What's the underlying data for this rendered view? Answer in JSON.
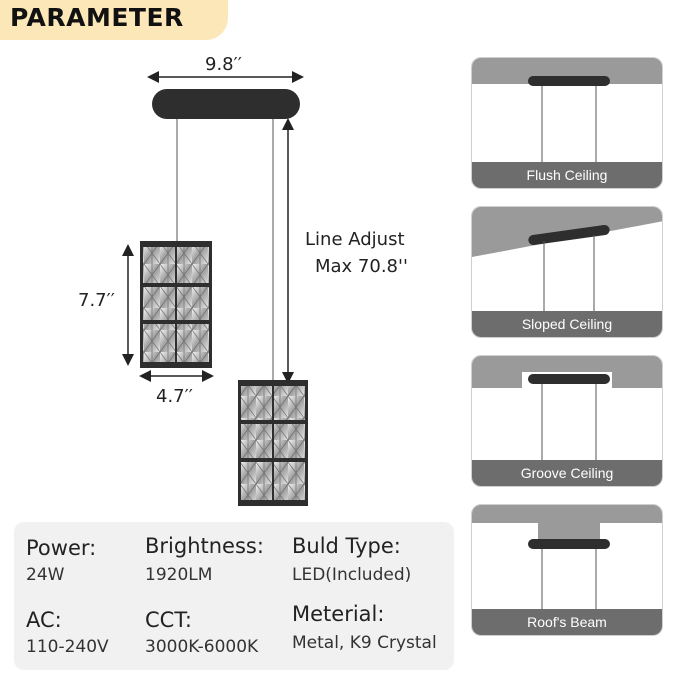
{
  "banner": {
    "title": "PARAMETER"
  },
  "dimensions": {
    "width_canopy": "9.8′′",
    "height_shade": "7.7′′",
    "width_shade": "4.7′′",
    "line_adjust": "Line Adjust",
    "line_max": "Max 70.8''"
  },
  "specs": {
    "power_label": "Power:",
    "power_value": "24W",
    "brightness_label": "Brightness:",
    "brightness_value": "1920LM",
    "bulb_label": "Buld Type:",
    "bulb_value": "LED(Included)",
    "ac_label": "AC:",
    "ac_value": "110-240V",
    "cct_label": "CCT:",
    "cct_value": "3000K-6000K",
    "material_label": "Meterial:",
    "material_value": "Metal, K9 Crystal"
  },
  "ceilings": [
    {
      "label": "Flush Ceiling"
    },
    {
      "label": "Sloped Ceiling"
    },
    {
      "label": "Groove Ceiling"
    },
    {
      "label": "Roof's Beam"
    }
  ],
  "colors": {
    "banner": "#fce7b8",
    "fixture_metal": "#2e2e2e",
    "ceiling_gray": "#9a9a9a",
    "caption_bar": "#6d6d6d"
  }
}
